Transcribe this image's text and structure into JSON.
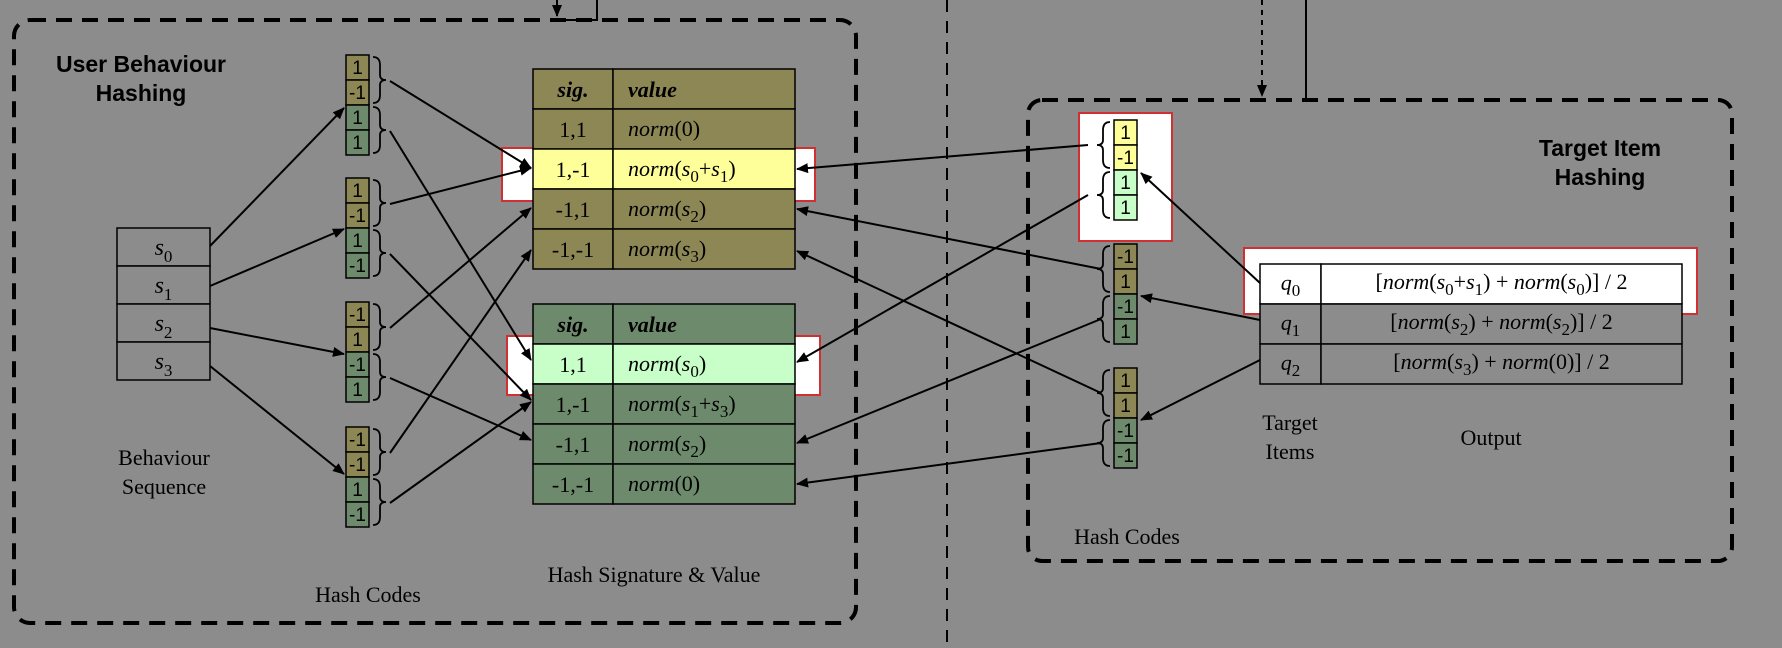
{
  "left_panel": {
    "title_line1": "User Behaviour",
    "title_line2": "Hashing",
    "behaviour_sequence": {
      "items": [
        {
          "base": "s",
          "sub": "0"
        },
        {
          "base": "s",
          "sub": "1"
        },
        {
          "base": "s",
          "sub": "2"
        },
        {
          "base": "s",
          "sub": "3"
        }
      ],
      "caption_line1": "Behaviour",
      "caption_line2": "Sequence"
    },
    "hash_codes_caption": "Hash Codes",
    "hash_codes": [
      [
        "1",
        "-1",
        "1",
        "1"
      ],
      [
        "1",
        "-1",
        "1",
        "-1"
      ],
      [
        "-1",
        "1",
        "-1",
        "1"
      ],
      [
        "-1",
        "-1",
        "1",
        "-1"
      ]
    ],
    "table_caption": "Hash Signature & Value",
    "table1": {
      "header_sig": "sig.",
      "header_value": "value",
      "rows": [
        {
          "sig": "1,1",
          "fn": "norm",
          "arg": "(0)"
        },
        {
          "sig": "1,-1",
          "fn": "norm",
          "arg": "(s0+s1)"
        },
        {
          "sig": "-1,1",
          "fn": "norm",
          "arg": "(s2)"
        },
        {
          "sig": "-1,-1",
          "fn": "norm",
          "arg": "(s3)"
        }
      ]
    },
    "table2": {
      "header_sig": "sig.",
      "header_value": "value",
      "rows": [
        {
          "sig": "1,1",
          "fn": "norm",
          "arg": "(s0)"
        },
        {
          "sig": "1,-1",
          "fn": "norm",
          "arg": "(s1+s3)"
        },
        {
          "sig": "-1,1",
          "fn": "norm",
          "arg": "(s2)"
        },
        {
          "sig": "-1,-1",
          "fn": "norm",
          "arg": "(0)"
        }
      ]
    }
  },
  "right_panel": {
    "title_line1": "Target Item",
    "title_line2": "Hashing",
    "hash_codes_caption": "Hash Codes",
    "hash_codes": [
      [
        "1",
        "-1",
        "1",
        "1"
      ],
      [
        "-1",
        "1",
        "-1",
        "1"
      ],
      [
        "1",
        "1",
        "-1",
        "-1"
      ]
    ],
    "target_items_caption_line1": "Target",
    "target_items_caption_line2": "Items",
    "output_caption": "Output",
    "targets": [
      {
        "base": "q",
        "sub": "0",
        "output": "[norm(s0+s1) + norm(s0)] / 2"
      },
      {
        "base": "q",
        "sub": "1",
        "output": "[norm(s2) + norm(s2)] / 2"
      },
      {
        "base": "q",
        "sub": "2",
        "output": "[norm(s3) + norm(0)] / 2"
      }
    ]
  },
  "colors": {
    "background": "#8c8c8c",
    "olive": "#8c8755",
    "green": "#6e8a6c",
    "yellow_highlight": "#ffff99",
    "green_highlight": "#c8ffc8",
    "red_frame": "#d03030"
  }
}
